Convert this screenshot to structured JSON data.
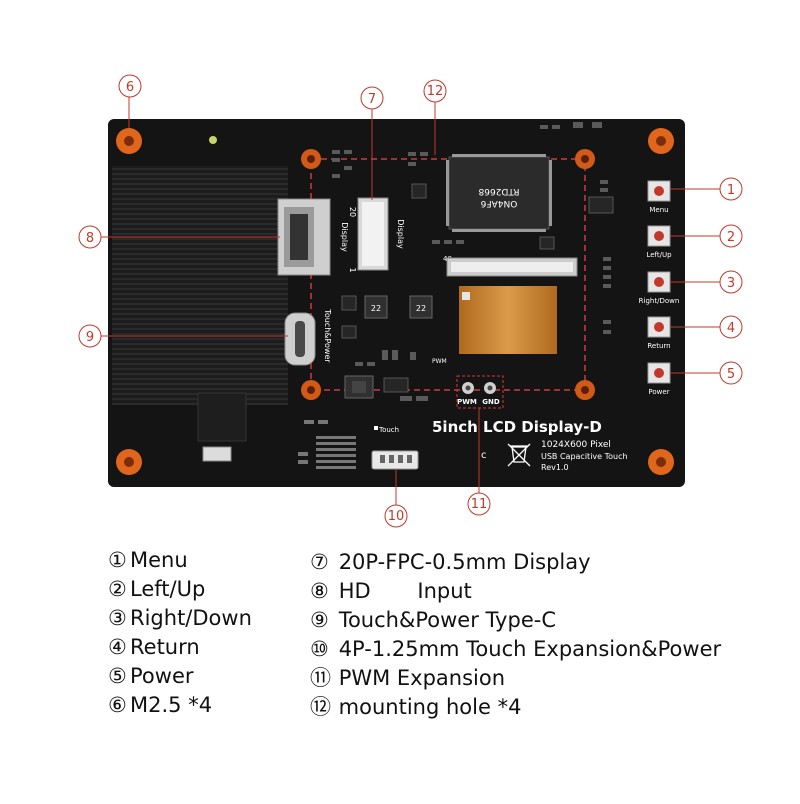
{
  "board": {
    "title": "5inch LCD Display-D",
    "resolution": "1024X600 Pixel",
    "touch_type": "USB Capacitive Touch",
    "revision": "Rev1.0",
    "chip_marking_1": "RTD2668",
    "chip_marking_2": "ON4AF6",
    "silk_display": "Display",
    "silk_fpc_20": "20",
    "silk_fpc_1": "1",
    "silk_fpc_40": "40",
    "silk_touch_power": "Touch&Power",
    "silk_touch": "Touch",
    "silk_pwm": "PWM",
    "silk_gnd": "GND",
    "silk_pwm_small": "PWM",
    "buttons": [
      "Menu",
      "Left/Up",
      "Right/Down",
      "Return",
      "Power"
    ]
  },
  "callouts": [
    "①",
    "②",
    "③",
    "④",
    "⑤",
    "⑥",
    "⑦",
    "⑧",
    "⑨",
    "⑩",
    "⑪",
    "⑫"
  ],
  "legend": {
    "left": [
      {
        "num": "①",
        "text": "Menu"
      },
      {
        "num": "②",
        "text": "Left/Up"
      },
      {
        "num": "③",
        "text": "Right/Down"
      },
      {
        "num": "④",
        "text": "Return"
      },
      {
        "num": "⑤",
        "text": "Power"
      },
      {
        "num": "⑥",
        "text": "M2.5 *4"
      }
    ],
    "right": [
      {
        "num": "⑦",
        "text": "20P-FPC-0.5mm Display"
      },
      {
        "num": "⑧",
        "text": "HD       Input"
      },
      {
        "num": "⑨",
        "text": "Touch&Power Type-C"
      },
      {
        "num": "⑩",
        "text": "4P-1.25mm Touch Expansion&Power"
      },
      {
        "num": "⑪",
        "text": "PWM Expansion"
      },
      {
        "num": "⑫",
        "text": " mounting hole *4"
      }
    ]
  },
  "colors": {
    "pcb": "#141414",
    "standoff": "#e0661c",
    "callout": "#c0392b",
    "dash": "#d23a3a",
    "fpc": "#c8832f"
  }
}
